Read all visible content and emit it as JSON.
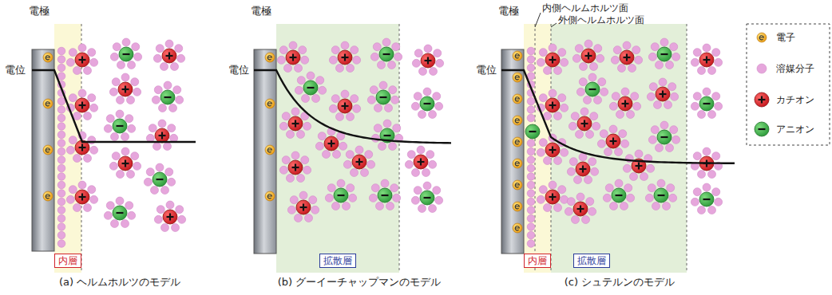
{
  "diagram": {
    "nodes": [
      {
        "text": [
          "内層"
        ]
      },
      {
        "text": [
          "拡散層"
        ]
      },
      {
        "text": [
          "内層"
        ]
      },
      {
        "text": [
          "拡散層"
        ]
      }
    ],
    "edges": [],
    "labels": [
      "電極",
      "電位",
      "電極",
      "電位",
      "内側ヘルムホルツ面",
      "外側ヘルムホルツ面",
      "電極",
      "電位",
      "(a) ヘルムホルツのモデル",
      "(b) グーイーチャップマンのモデル",
      "(c) シュテルンのモデル"
    ],
    "legend": [
      {
        "text": "電子"
      },
      {
        "text": "溶媒分子"
      },
      {
        "text": "カチオン"
      },
      {
        "text": "アニオン"
      }
    ]
  }
}
